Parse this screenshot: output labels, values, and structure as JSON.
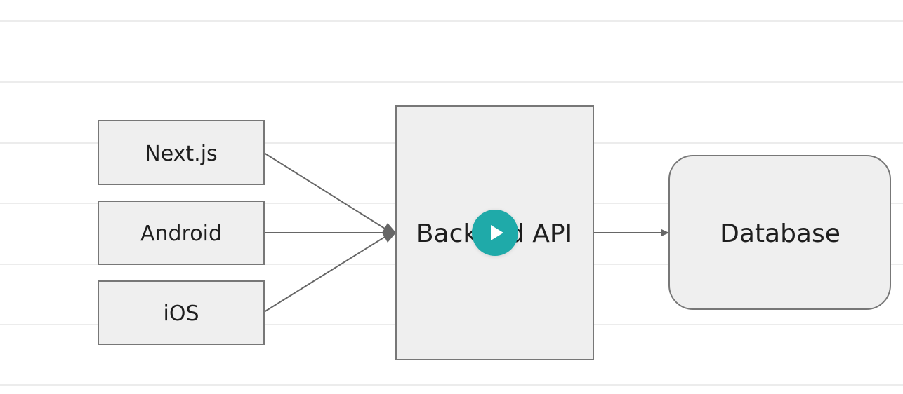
{
  "diagram": {
    "nodes": [
      {
        "id": "nextjs",
        "label": "Next.js",
        "shape": "rect"
      },
      {
        "id": "android",
        "label": "Android",
        "shape": "rect"
      },
      {
        "id": "ios",
        "label": "iOS",
        "shape": "rect"
      },
      {
        "id": "backend",
        "label": "Backend API",
        "shape": "rect"
      },
      {
        "id": "database",
        "label": "Database",
        "shape": "rounded-rect"
      }
    ],
    "edges": [
      {
        "from": "nextjs",
        "to": "backend"
      },
      {
        "from": "android",
        "to": "backend"
      },
      {
        "from": "ios",
        "to": "backend"
      },
      {
        "from": "backend",
        "to": "database"
      }
    ]
  },
  "colors": {
    "node_fill": "#efefef",
    "node_stroke": "#777777",
    "edge": "#666666",
    "grid_line": "#ececec",
    "play_button": "#1faaa9"
  },
  "overlay": {
    "play_icon": "play-icon"
  }
}
